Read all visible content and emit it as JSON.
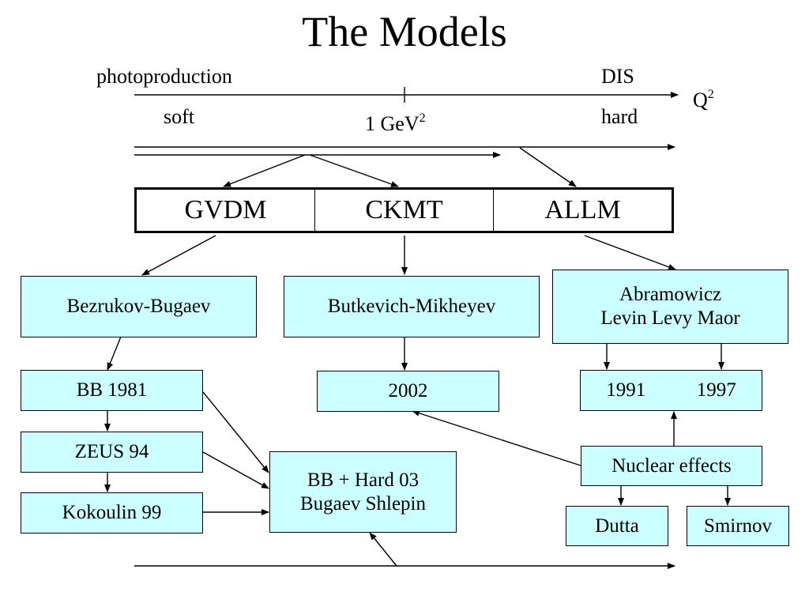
{
  "title": "The Models",
  "axis": {
    "left_top": "photoproduction",
    "left_bottom": "soft",
    "right_top": "DIS",
    "right_bottom": "hard",
    "tick_label": "1 GeV",
    "tick_sup": "2",
    "axis_label": "Q",
    "axis_sup": "2"
  },
  "models": [
    "GVDM",
    "CKMT",
    "ALLM"
  ],
  "boxes": {
    "bezrukov": "Bezrukov-Bugaev",
    "butkevich": "Butkevich-Mikheyev",
    "allm_line1": "Abramowicz",
    "allm_line2": "Levin Levy Maor",
    "bb1981": "BB 1981",
    "y2002": "2002",
    "y1991": "1991",
    "y1997": "1997",
    "zeus94": "ZEUS 94",
    "nuclear": "Nuclear effects",
    "kokoulin99": "Kokoulin 99",
    "bbhard_line1": "BB + Hard 03",
    "bbhard_line2": "Bugaev Shlepin",
    "dutta": "Dutta",
    "smirnov": "Smirnov"
  }
}
